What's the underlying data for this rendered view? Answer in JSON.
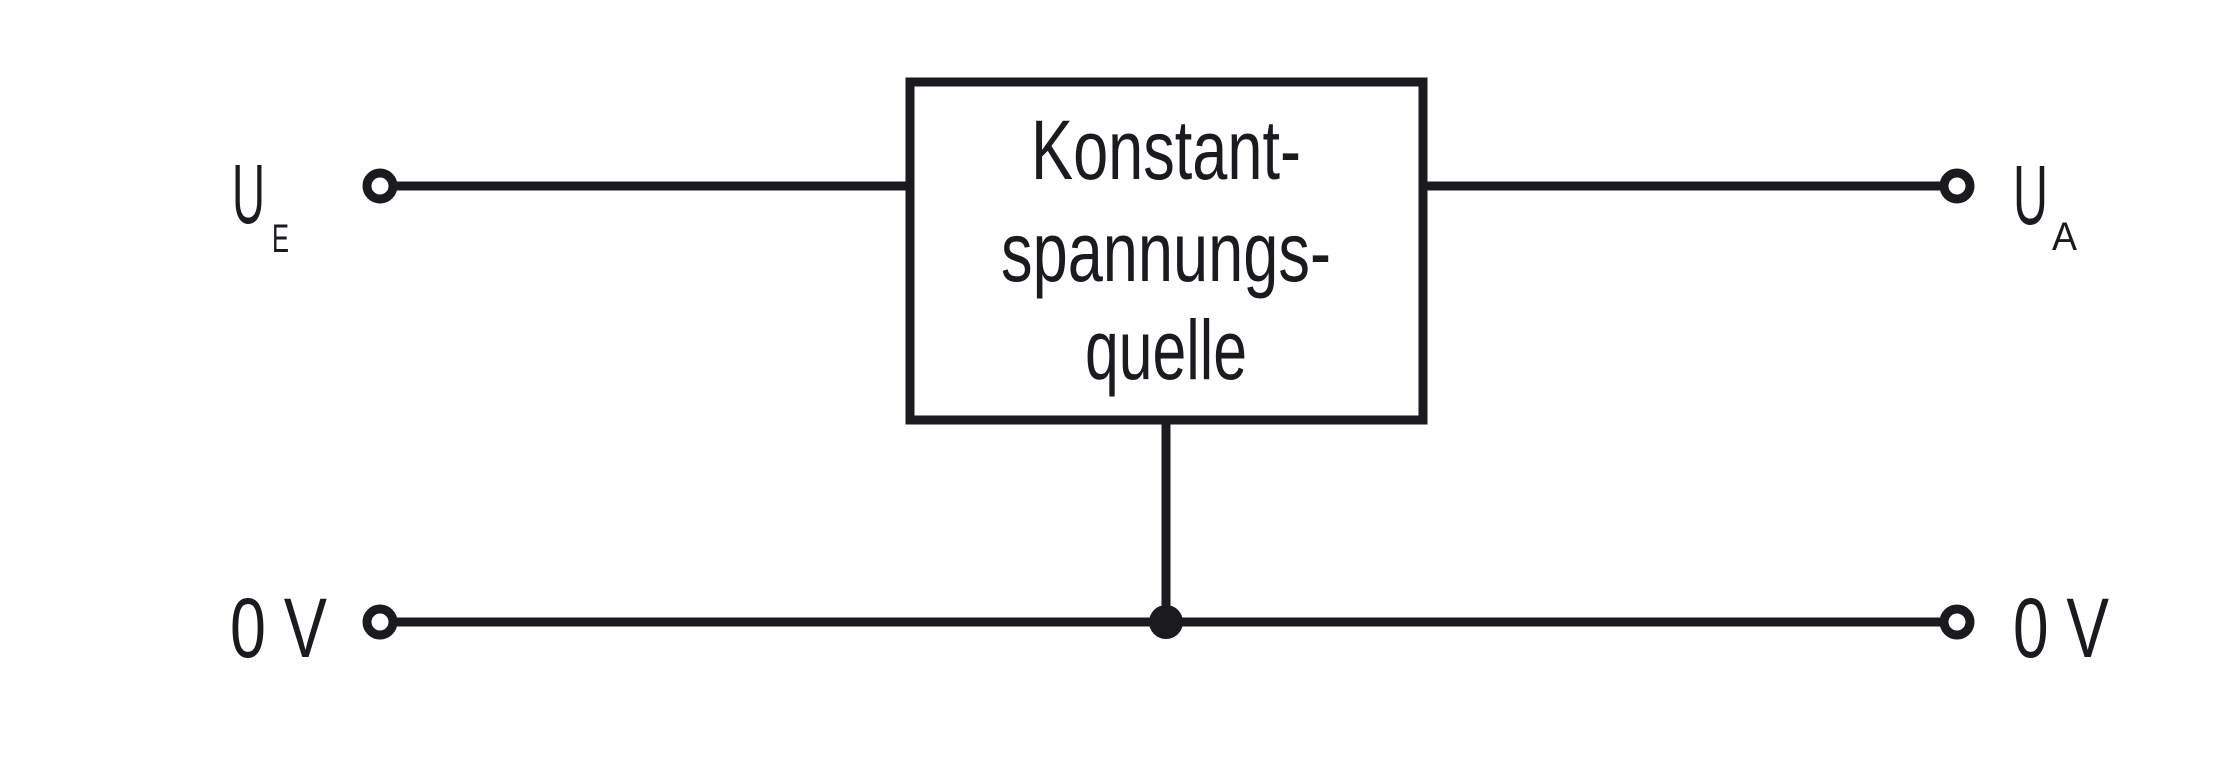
{
  "colors": {
    "line": "#1a1a1f",
    "background": "#ffffff"
  },
  "block": {
    "label_lines": [
      "Konstant-",
      "spannungs-",
      "quelle"
    ]
  },
  "labels": {
    "input_voltage": {
      "base": "U",
      "subscript": "E"
    },
    "output_voltage": {
      "base": "U",
      "subscript": "A"
    },
    "ground_left": "0 V",
    "ground_right": "0 V"
  }
}
